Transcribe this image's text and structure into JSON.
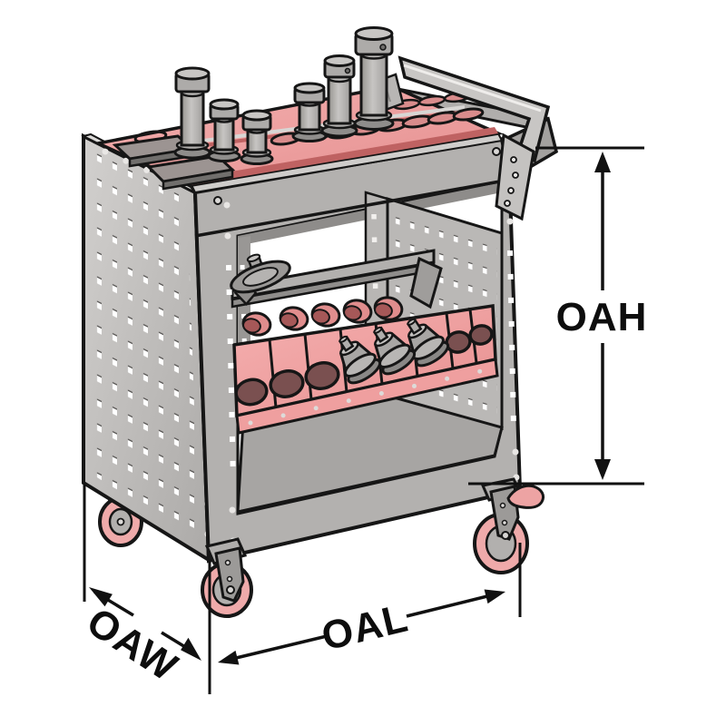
{
  "figure": {
    "type": "isometric-line-illustration",
    "subject": "CNC tool holder trolley with perforated panels, top tool tray, angled middle rack and swivel casters"
  },
  "dimension_labels": {
    "overall_height": "OAH",
    "overall_width": "OAW",
    "overall_length": "OAL"
  },
  "colors": {
    "background": "#ffffff",
    "outline": "#161616",
    "panel_gray": "#c4c2c0",
    "frame_gray": "#b3b1af",
    "holder_pink": "#f0a6a6",
    "accent_dark_red": "#bf6262",
    "hole_maroon": "#7a5050",
    "wheel_pink": "#efaaaa",
    "dimension_lines": "#111111"
  }
}
